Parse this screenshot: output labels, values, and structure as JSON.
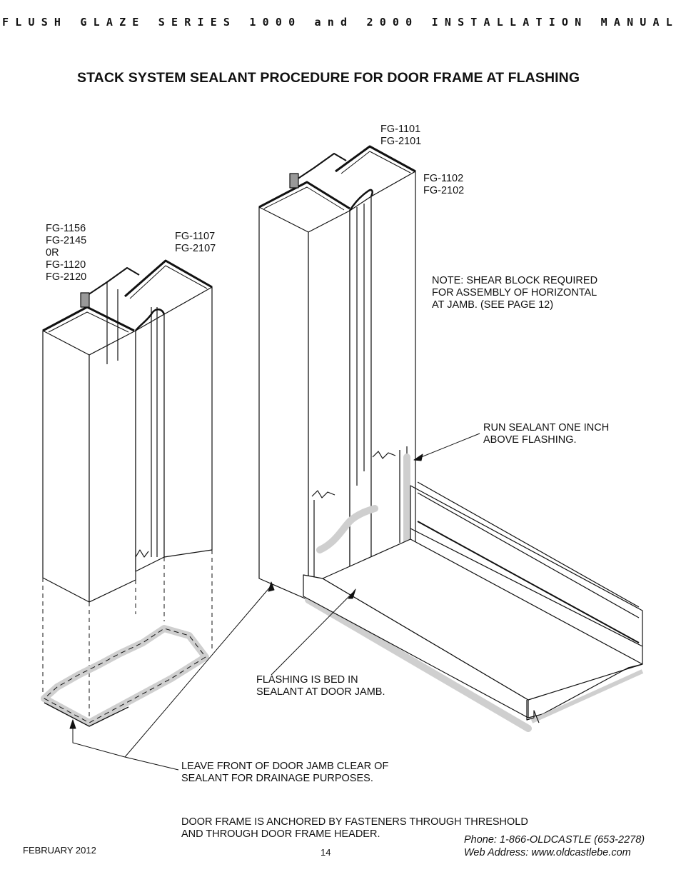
{
  "header": {
    "text": "FLUSH GLAZE SERIES 1000 and 2000 INSTALLATION MANUAL"
  },
  "title": "STACK SYSTEM SEALANT PROCEDURE FOR DOOR FRAME AT FLASHING",
  "labels": {
    "left_part": [
      "FG-1156",
      "FG-2145",
      "0R",
      "FG-1120",
      "FG-2120"
    ],
    "left_adaptor": [
      "FG-1107",
      "FG-2107"
    ],
    "right_top": [
      "FG-1101",
      "FG-2101"
    ],
    "right_side": [
      "FG-1102",
      "FG-2102"
    ],
    "note": [
      "NOTE: SHEAR BLOCK REQUIRED",
      "FOR ASSEMBLY OF HORIZONTAL",
      "AT JAMB. (SEE PAGE 12)"
    ],
    "run_sealant": [
      "RUN SEALANT ONE INCH",
      "ABOVE FLASHING."
    ],
    "flashing": [
      "FLASHING IS BED IN",
      "SEALANT AT DOOR JAMB."
    ],
    "leave_front": [
      "LEAVE FRONT OF DOOR JAMB CLEAR OF",
      "SEALANT FOR DRAINAGE PURPOSES."
    ],
    "anchored": [
      "DOOR FRAME IS ANCHORED BY FASTENERS THROUGH THRESHOLD",
      "AND THROUGH DOOR FRAME HEADER."
    ]
  },
  "footer": {
    "date": "FEBRUARY 2012",
    "page": "14",
    "phone": "Phone: 1-866-OLDCASTLE (653-2278)",
    "web": "Web Address: www.oldcastlebe.com"
  },
  "colors": {
    "ink": "#111111",
    "sealant": "#cfcfcf",
    "background": "#ffffff"
  }
}
